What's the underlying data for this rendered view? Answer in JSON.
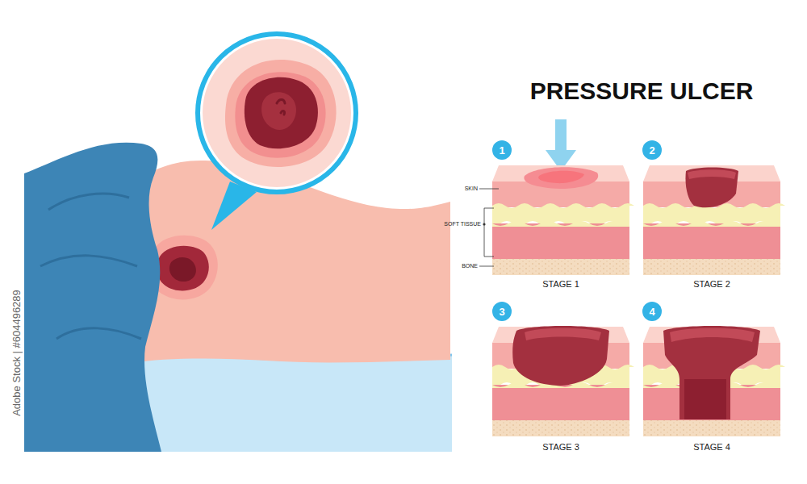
{
  "diagram": {
    "title": "PRESSURE ULCER",
    "nodes": [
      {
        "text": [
          "1"
        ]
      },
      {
        "text": [
          "2"
        ]
      },
      {
        "text": [
          "3"
        ]
      },
      {
        "text": [
          "4"
        ]
      }
    ],
    "labels": [
      "SKIN",
      "SOFT TISSUE",
      "BONE",
      "STAGE 1",
      "STAGE 2",
      "STAGE 3",
      "STAGE 4",
      "Adobe Stock | #604496289"
    ]
  }
}
